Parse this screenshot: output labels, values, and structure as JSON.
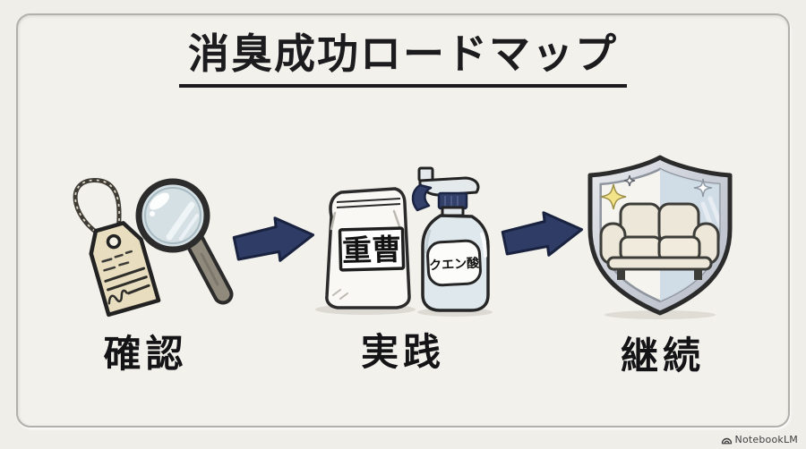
{
  "title": "消臭成功ロードマップ",
  "steps": [
    {
      "label": "確認",
      "icons": [
        "price-tag-icon",
        "magnifying-glass-icon"
      ]
    },
    {
      "label": "実践",
      "icons": [
        "baking-soda-bag-icon",
        "spray-bottle-icon"
      ],
      "bag_label": "重曹",
      "bottle_label": "クエン酸"
    },
    {
      "label": "継続",
      "icons": [
        "shield-icon",
        "sofa-icon",
        "sparkle-icon"
      ]
    }
  ],
  "watermark": {
    "brand": "NotebookLM",
    "icon": "notebooklm-logo-icon"
  },
  "colors": {
    "canvas": "#efeee9",
    "card": "#f2f1ec",
    "frame_border": "#b2b0ab",
    "text": "#1c1c1e",
    "arrow": "#2e3c66",
    "arrow_outline": "#19223f",
    "tag_paper": "#e9ddbf",
    "lens": "#d5e0e5",
    "handle": "#8f8a7c",
    "bag": "#f9f8f4",
    "bottle_body": "#dfe8ec",
    "bottle_navy": "#33406a",
    "shield_rim": "#c9cdd6",
    "shield_left": "#f6f4ef",
    "shield_right": "#cfdbe5",
    "sofa": "#ece7d9",
    "sparkle_yellow": "#f4e489"
  }
}
